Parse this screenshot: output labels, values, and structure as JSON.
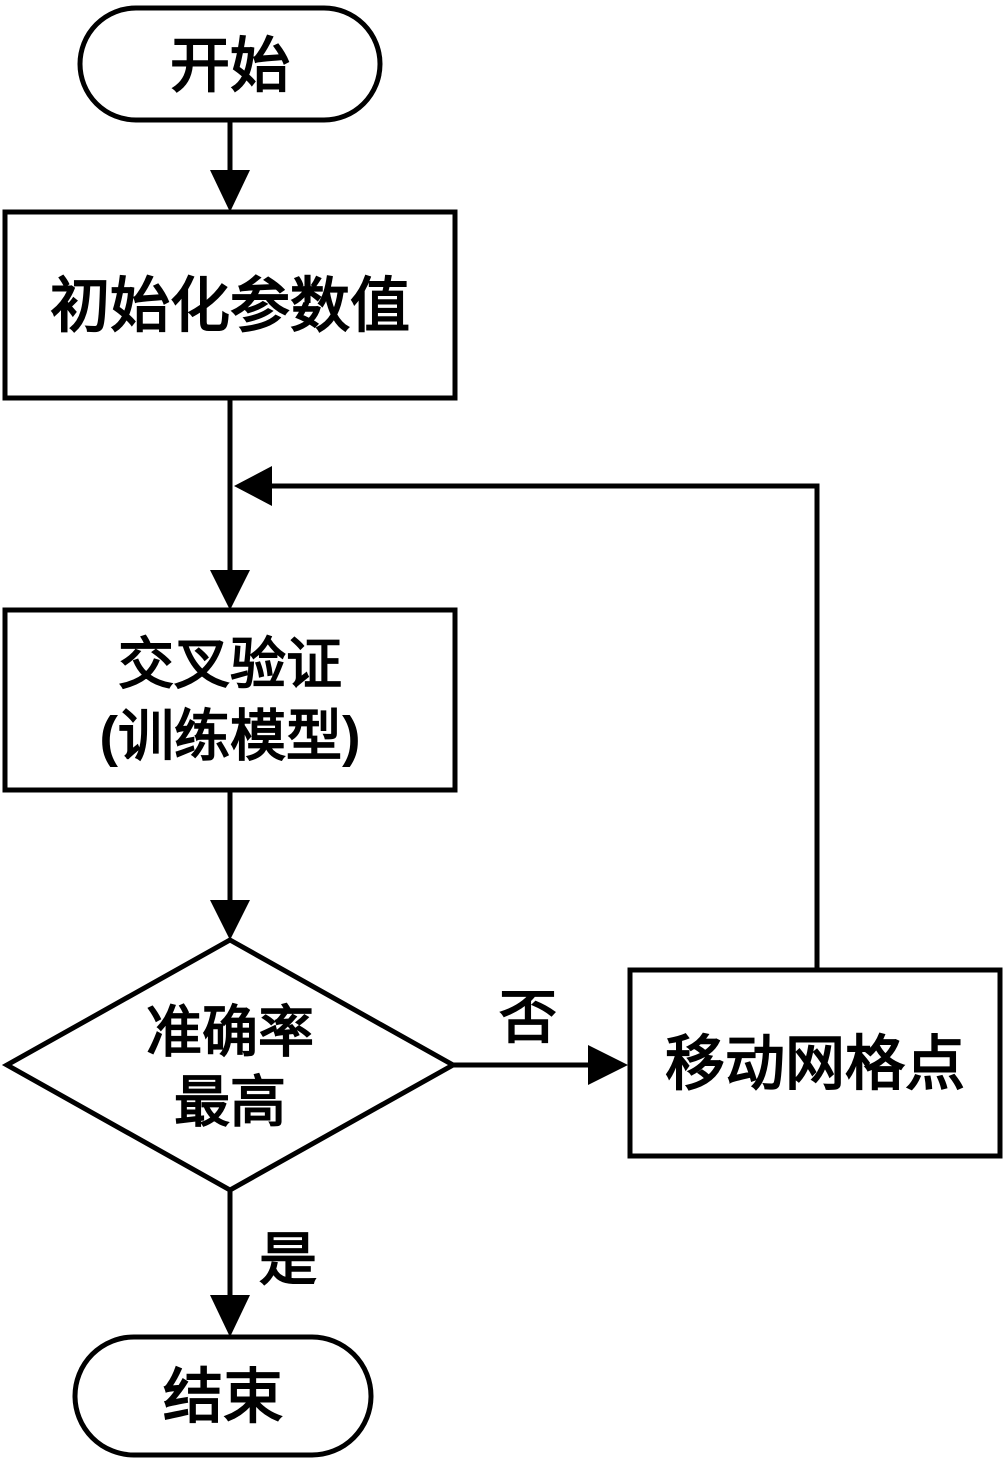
{
  "diagram": {
    "nodes": {
      "start": {
        "label": "开始"
      },
      "init": {
        "label": "初始化参数值"
      },
      "cross_validation": {
        "line1": "交叉验证",
        "line2": "(训练模型)"
      },
      "decision": {
        "line1": "准确率",
        "line2": "最高"
      },
      "move_grid": {
        "label": "移动网格点"
      },
      "end": {
        "label": "结束"
      }
    },
    "edge_labels": {
      "no": "否",
      "yes": "是"
    },
    "colors": {
      "stroke": "#000000",
      "fill": "#ffffff",
      "text": "#000000"
    }
  }
}
